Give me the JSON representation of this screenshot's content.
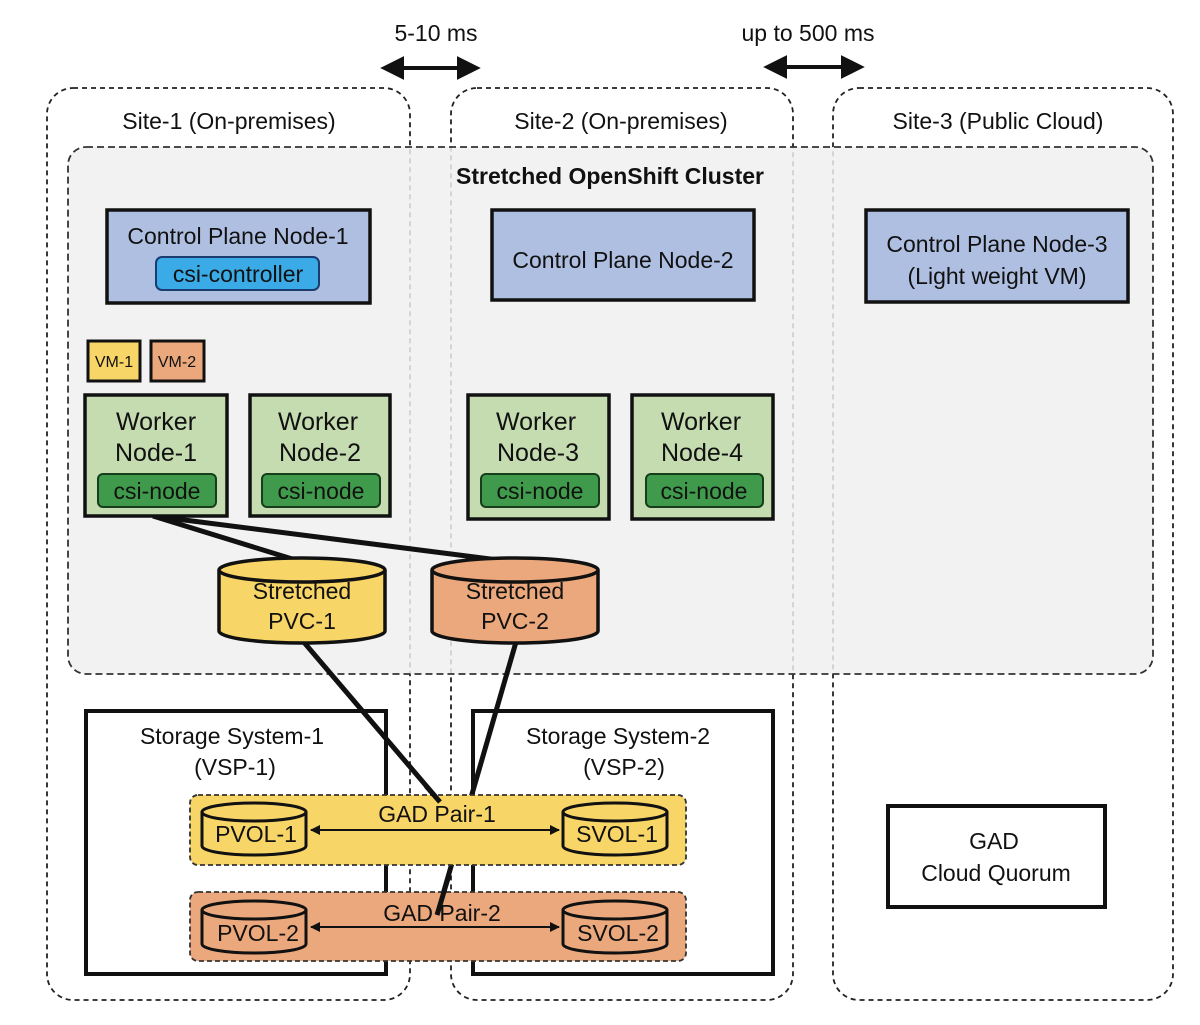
{
  "latency": {
    "left": "5-10 ms",
    "right": "up to 500 ms"
  },
  "sites": {
    "site1": "Site-1 (On-premises)",
    "site2": "Site-2 (On-premises)",
    "site3": "Site-3 (Public Cloud)"
  },
  "cluster": {
    "title": "Stretched OpenShift Cluster"
  },
  "control_plane": {
    "node1": "Control Plane Node-1",
    "node1_component": "csi-controller",
    "node2": "Control Plane Node-2",
    "node3_line1": "Control Plane Node-3",
    "node3_line2": "(Light weight VM)"
  },
  "vms": {
    "vm1": "VM-1",
    "vm2": "VM-2"
  },
  "workers": [
    {
      "line1": "Worker",
      "line2": "Node-1",
      "component": "csi-node"
    },
    {
      "line1": "Worker",
      "line2": "Node-2",
      "component": "csi-node"
    },
    {
      "line1": "Worker",
      "line2": "Node-3",
      "component": "csi-node"
    },
    {
      "line1": "Worker",
      "line2": "Node-4",
      "component": "csi-node"
    }
  ],
  "pvcs": [
    {
      "line1": "Stretched",
      "line2": "PVC-1"
    },
    {
      "line1": "Stretched",
      "line2": "PVC-2"
    }
  ],
  "storage": {
    "system1_line1": "Storage System-1",
    "system1_line2": "(VSP-1)",
    "system2_line1": "Storage System-2",
    "system2_line2": "(VSP-2)"
  },
  "gad_pairs": [
    {
      "label": "GAD Pair-1",
      "pvol": "PVOL-1",
      "svol": "SVOL-1"
    },
    {
      "label": "GAD Pair-2",
      "pvol": "PVOL-2",
      "svol": "SVOL-2"
    }
  ],
  "quorum": {
    "line1": "GAD",
    "line2": "Cloud Quorum"
  },
  "colors": {
    "control_plane": "#aebfe2",
    "csi_controller": "#3aabe6",
    "worker": "#c5dbb0",
    "csi_node": "#3f9b4b",
    "vm1": "#f8d567",
    "vm2": "#eaa87c",
    "pvc1": "#f8d567",
    "pvc2": "#eaa87c",
    "gad1": "#f8d567",
    "gad2": "#eaa87c",
    "cluster_bg": "#f0f0f0"
  }
}
